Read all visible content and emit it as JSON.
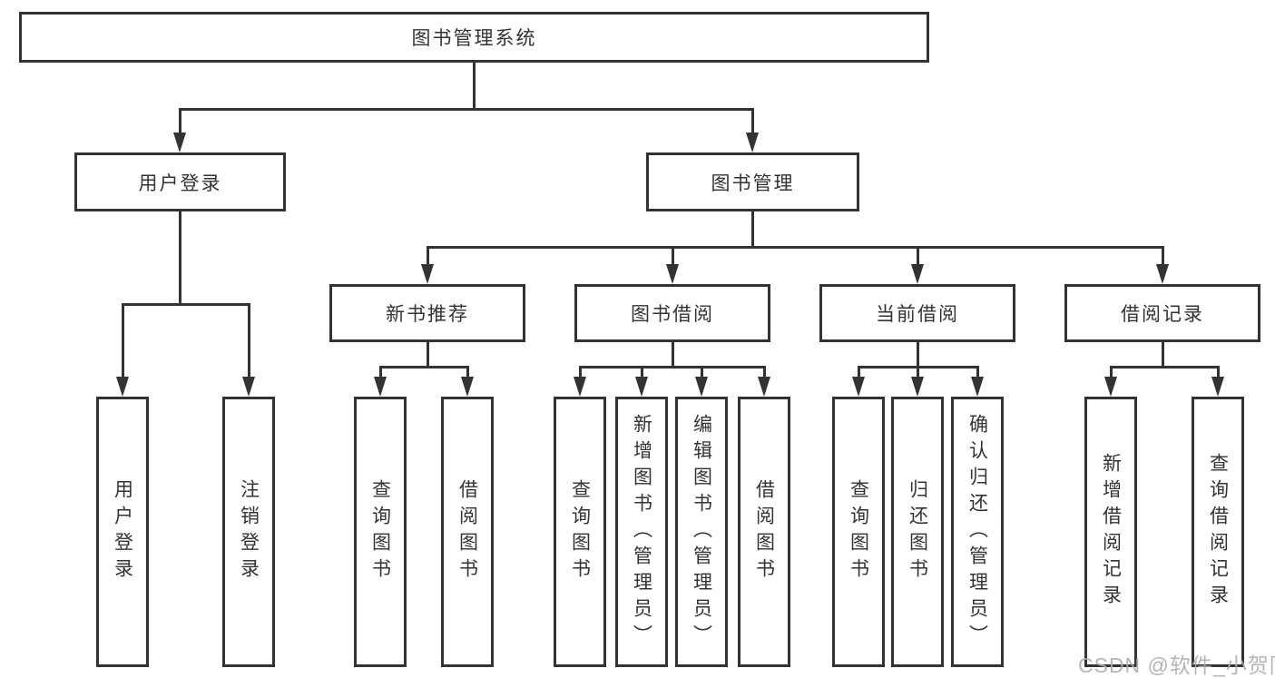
{
  "nodes": {
    "root": {
      "label": "图书管理系统"
    },
    "user_login": {
      "label": "用户登录"
    },
    "book_management": {
      "label": "图书管理"
    },
    "new_book_recommend": {
      "label": "新书推荐"
    },
    "book_borrow": {
      "label": "图书借阅"
    },
    "current_borrow": {
      "label": "当前借阅"
    },
    "borrow_records": {
      "label": "借阅记录"
    },
    "leaves": {
      "user_login": {
        "label": "用户登录"
      },
      "logout": {
        "label": "注销登录"
      },
      "nb_query": {
        "label": "查询图书"
      },
      "nb_borrow": {
        "label": "借阅图书"
      },
      "bb_query": {
        "label": "查询图书"
      },
      "bb_add": {
        "label": "新增图书（管理员）"
      },
      "bb_edit": {
        "label": "编辑图书（管理员）"
      },
      "bb_borrow": {
        "label": "借阅图书"
      },
      "cb_query": {
        "label": "查询图书"
      },
      "cb_return": {
        "label": "归还图书"
      },
      "cb_confirm": {
        "label": "确认归还（管理员）"
      },
      "rec_add": {
        "label": "新增借阅记录"
      },
      "rec_query": {
        "label": "查询借阅记录"
      }
    }
  },
  "watermark": "CSDN @软件_小贺同学",
  "colors": {
    "line": "#333333",
    "text": "#333333",
    "watermark_text": "#adadad",
    "background": "#ffffff"
  }
}
